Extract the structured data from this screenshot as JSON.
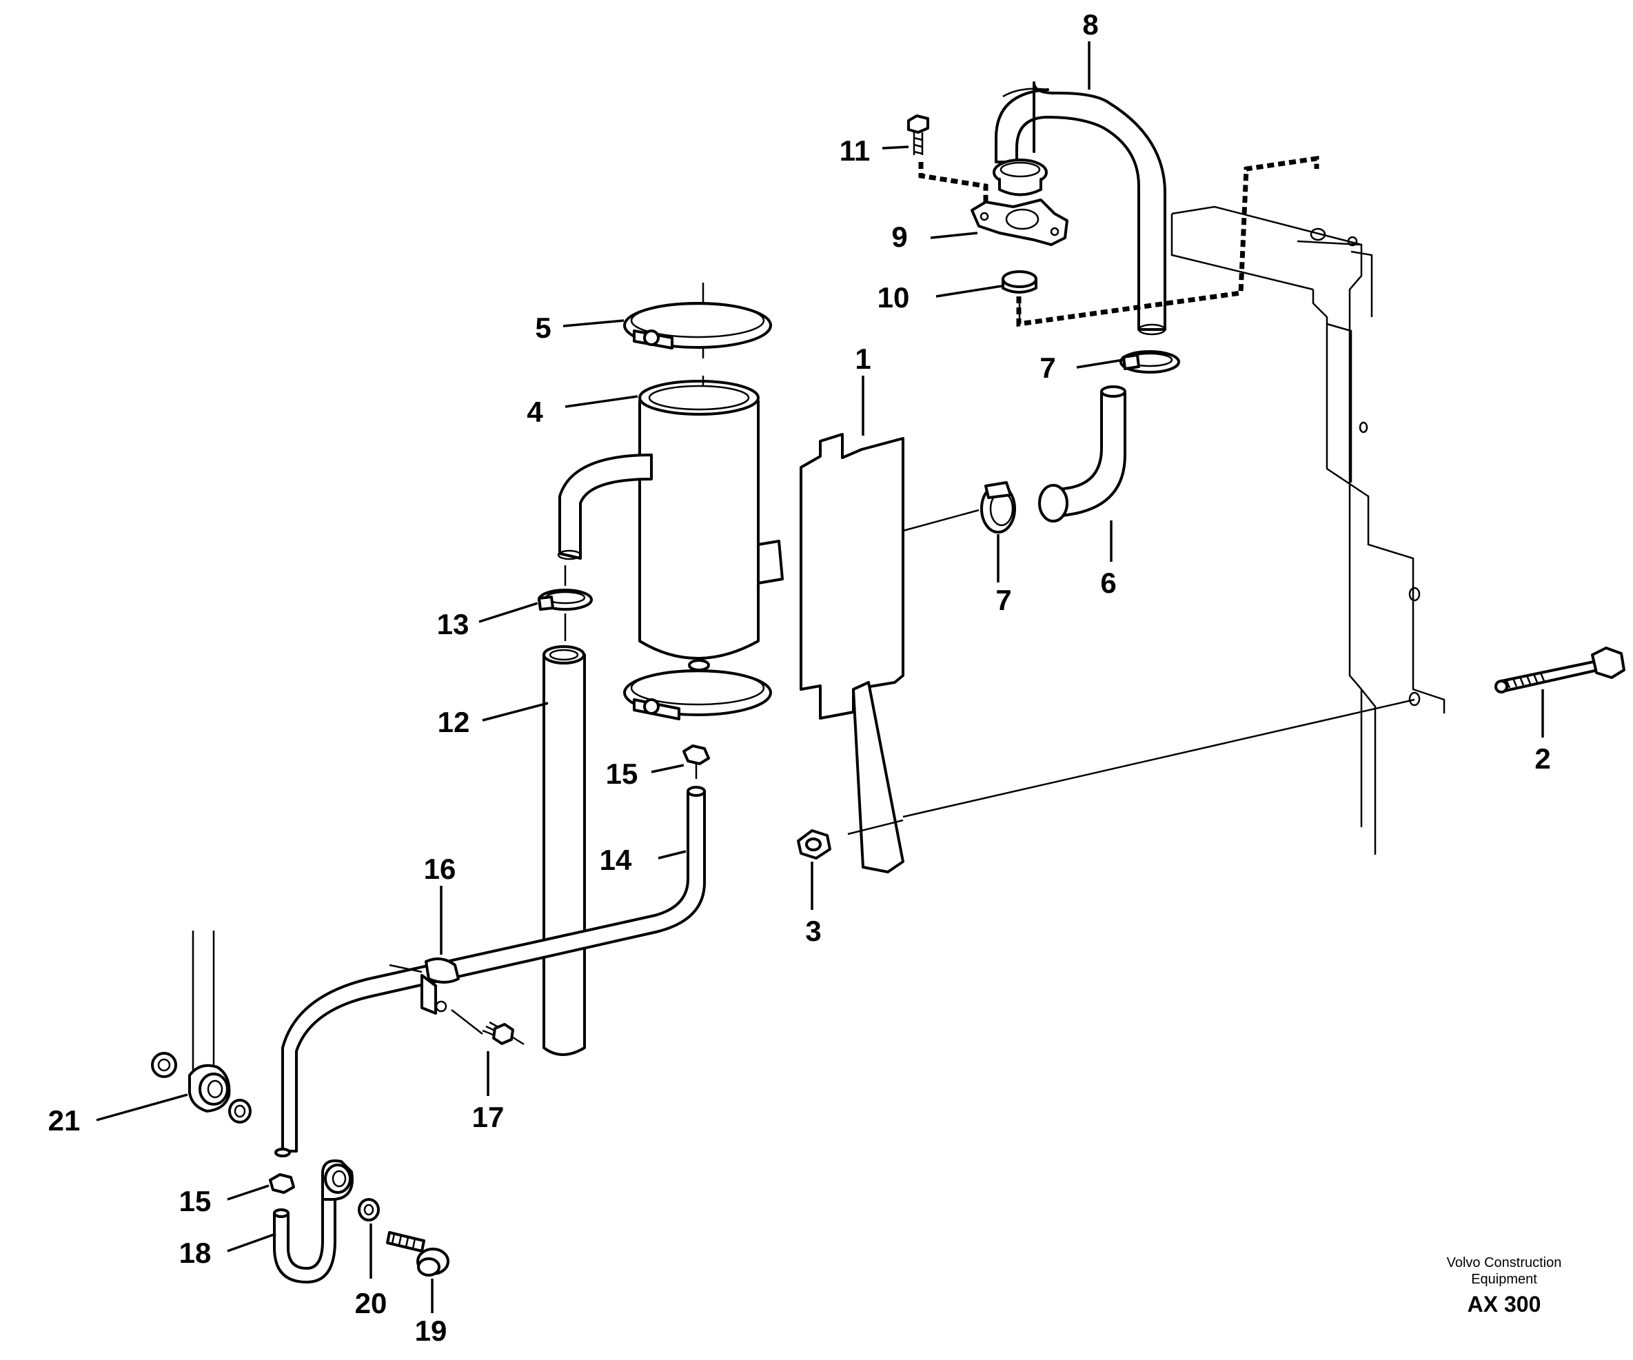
{
  "callouts": {
    "c1": "1",
    "c2": "2",
    "c3": "3",
    "c4": "4",
    "c5": "5",
    "c6": "6",
    "c7a": "7",
    "c7b": "7",
    "c8": "8",
    "c9": "9",
    "c10": "10",
    "c11": "11",
    "c12": "12",
    "c13": "13",
    "c14": "14",
    "c15a": "15",
    "c15b": "15",
    "c16": "16",
    "c17": "17",
    "c18": "18",
    "c19": "19",
    "c20": "20",
    "c21": "21"
  },
  "caption": {
    "line1": "Volvo Construction",
    "line2": "Equipment",
    "code": "AX 300"
  }
}
